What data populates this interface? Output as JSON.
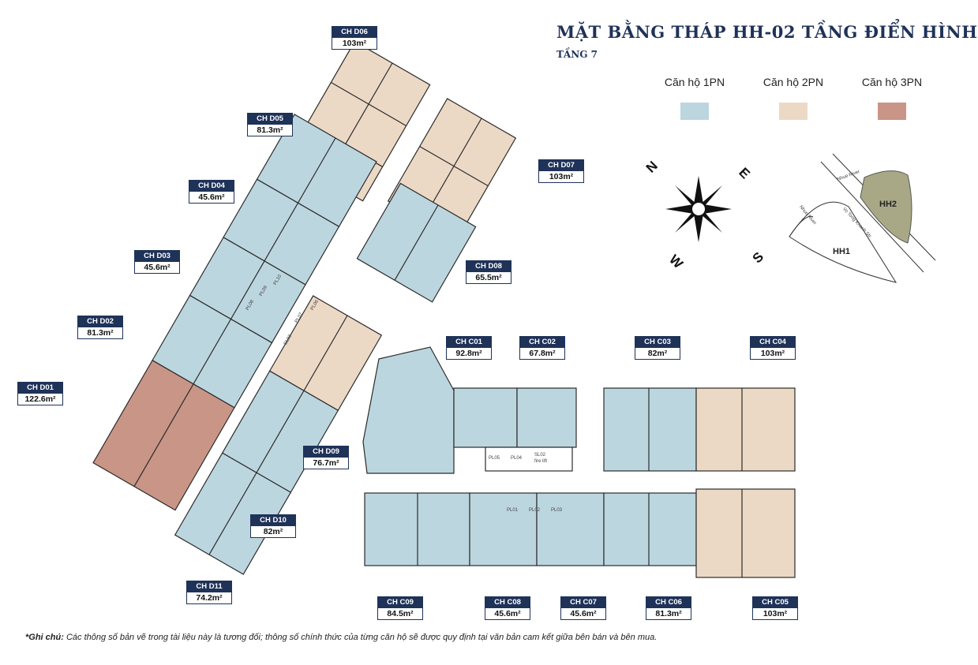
{
  "header": {
    "title": "MẶT BẰNG THÁP HH-02 TẦNG ĐIỂN HÌNH",
    "subtitle": "TẦNG 7"
  },
  "legend": [
    {
      "label": "Căn hộ 1PN",
      "color": "#bcd6df"
    },
    {
      "label": "Căn hộ 2PN",
      "color": "#ecd9c5"
    },
    {
      "label": "Căn hộ 3PN",
      "color": "#c99586"
    }
  ],
  "compass": {
    "n": "N",
    "e": "E",
    "s": "S",
    "w": "W"
  },
  "site_map": {
    "hh1": "HH1",
    "hh2": "HH2",
    "road_main": "Vo Tong Khanh Str.",
    "road_a": "Nhue River",
    "road_b": "Nhue River"
  },
  "units": [
    {
      "code": "CH D06",
      "area": "103m²"
    },
    {
      "code": "CH D05",
      "area": "81.3m²"
    },
    {
      "code": "CH D07",
      "area": "103m²"
    },
    {
      "code": "CH D04",
      "area": "45.6m²"
    },
    {
      "code": "CH D03",
      "area": "45.6m²"
    },
    {
      "code": "CH D08",
      "area": "65.5m²"
    },
    {
      "code": "CH D02",
      "area": "81.3m²"
    },
    {
      "code": "CH D01",
      "area": "122.6m²"
    },
    {
      "code": "CH C01",
      "area": "92.8m²"
    },
    {
      "code": "CH C02",
      "area": "67.8m²"
    },
    {
      "code": "CH C03",
      "area": "82m²"
    },
    {
      "code": "CH C04",
      "area": "103m²"
    },
    {
      "code": "CH D09",
      "area": "76.7m²"
    },
    {
      "code": "CH D10",
      "area": "82m²"
    },
    {
      "code": "CH D11",
      "area": "74.2m²"
    },
    {
      "code": "CH C09",
      "area": "84.5m²"
    },
    {
      "code": "CH C08",
      "area": "45.6m²"
    },
    {
      "code": "CH C07",
      "area": "45.6m²"
    },
    {
      "code": "CH C06",
      "area": "81.3m²"
    },
    {
      "code": "CH C05",
      "area": "103m²"
    }
  ],
  "core": {
    "pl10": "PL10",
    "pl09": "PL09",
    "pl08": "PL08",
    "pl07": "PL07",
    "pl06": "PL06",
    "sl03": "SL03",
    "pl05": "PL05",
    "pl04": "PL04",
    "sl02": "SL02",
    "fire_lift": "fire lift",
    "pl01": "PL01",
    "pl02": "PL02",
    "pl03": "PL03"
  },
  "note": {
    "prefix": "*Ghi chú:",
    "text": " Các thông số bản vẽ trong tài liệu này là tương đối; thông số chính thức của từng căn hộ sẽ được quy định tại văn bản cam kết giữa bên bán và bên mua."
  }
}
